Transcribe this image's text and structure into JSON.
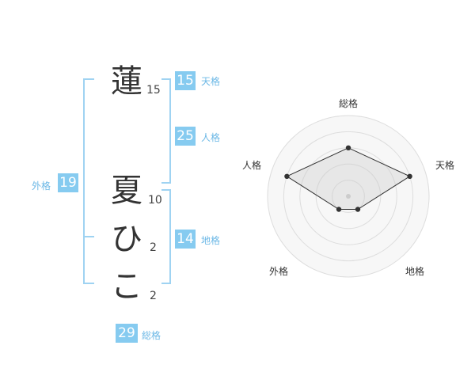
{
  "name": {
    "chars": [
      {
        "char": "蓮",
        "strokes": "15"
      },
      {
        "char": "夏",
        "strokes": "10"
      },
      {
        "char": "ひ",
        "strokes": "2"
      },
      {
        "char": "こ",
        "strokes": "2"
      }
    ]
  },
  "grades": {
    "tenkaku": {
      "value": "15",
      "label": "天格"
    },
    "jinkaku": {
      "value": "25",
      "label": "人格"
    },
    "chikaku": {
      "value": "14",
      "label": "地格"
    },
    "gaikaku": {
      "value": "19",
      "label": "外格"
    },
    "soukaku": {
      "value": "29",
      "label": "総格"
    }
  },
  "colors": {
    "accent": "#86cbf0",
    "bracket": "#9fd3f2",
    "label": "#6cb8e6",
    "text": "#333333"
  },
  "chart_data": {
    "type": "radar",
    "axes": [
      "総格",
      "天格",
      "地格",
      "外格",
      "人格"
    ],
    "scale_max": 5,
    "rings": 5,
    "values": [
      3,
      4,
      1,
      1,
      4
    ],
    "grid": true
  }
}
